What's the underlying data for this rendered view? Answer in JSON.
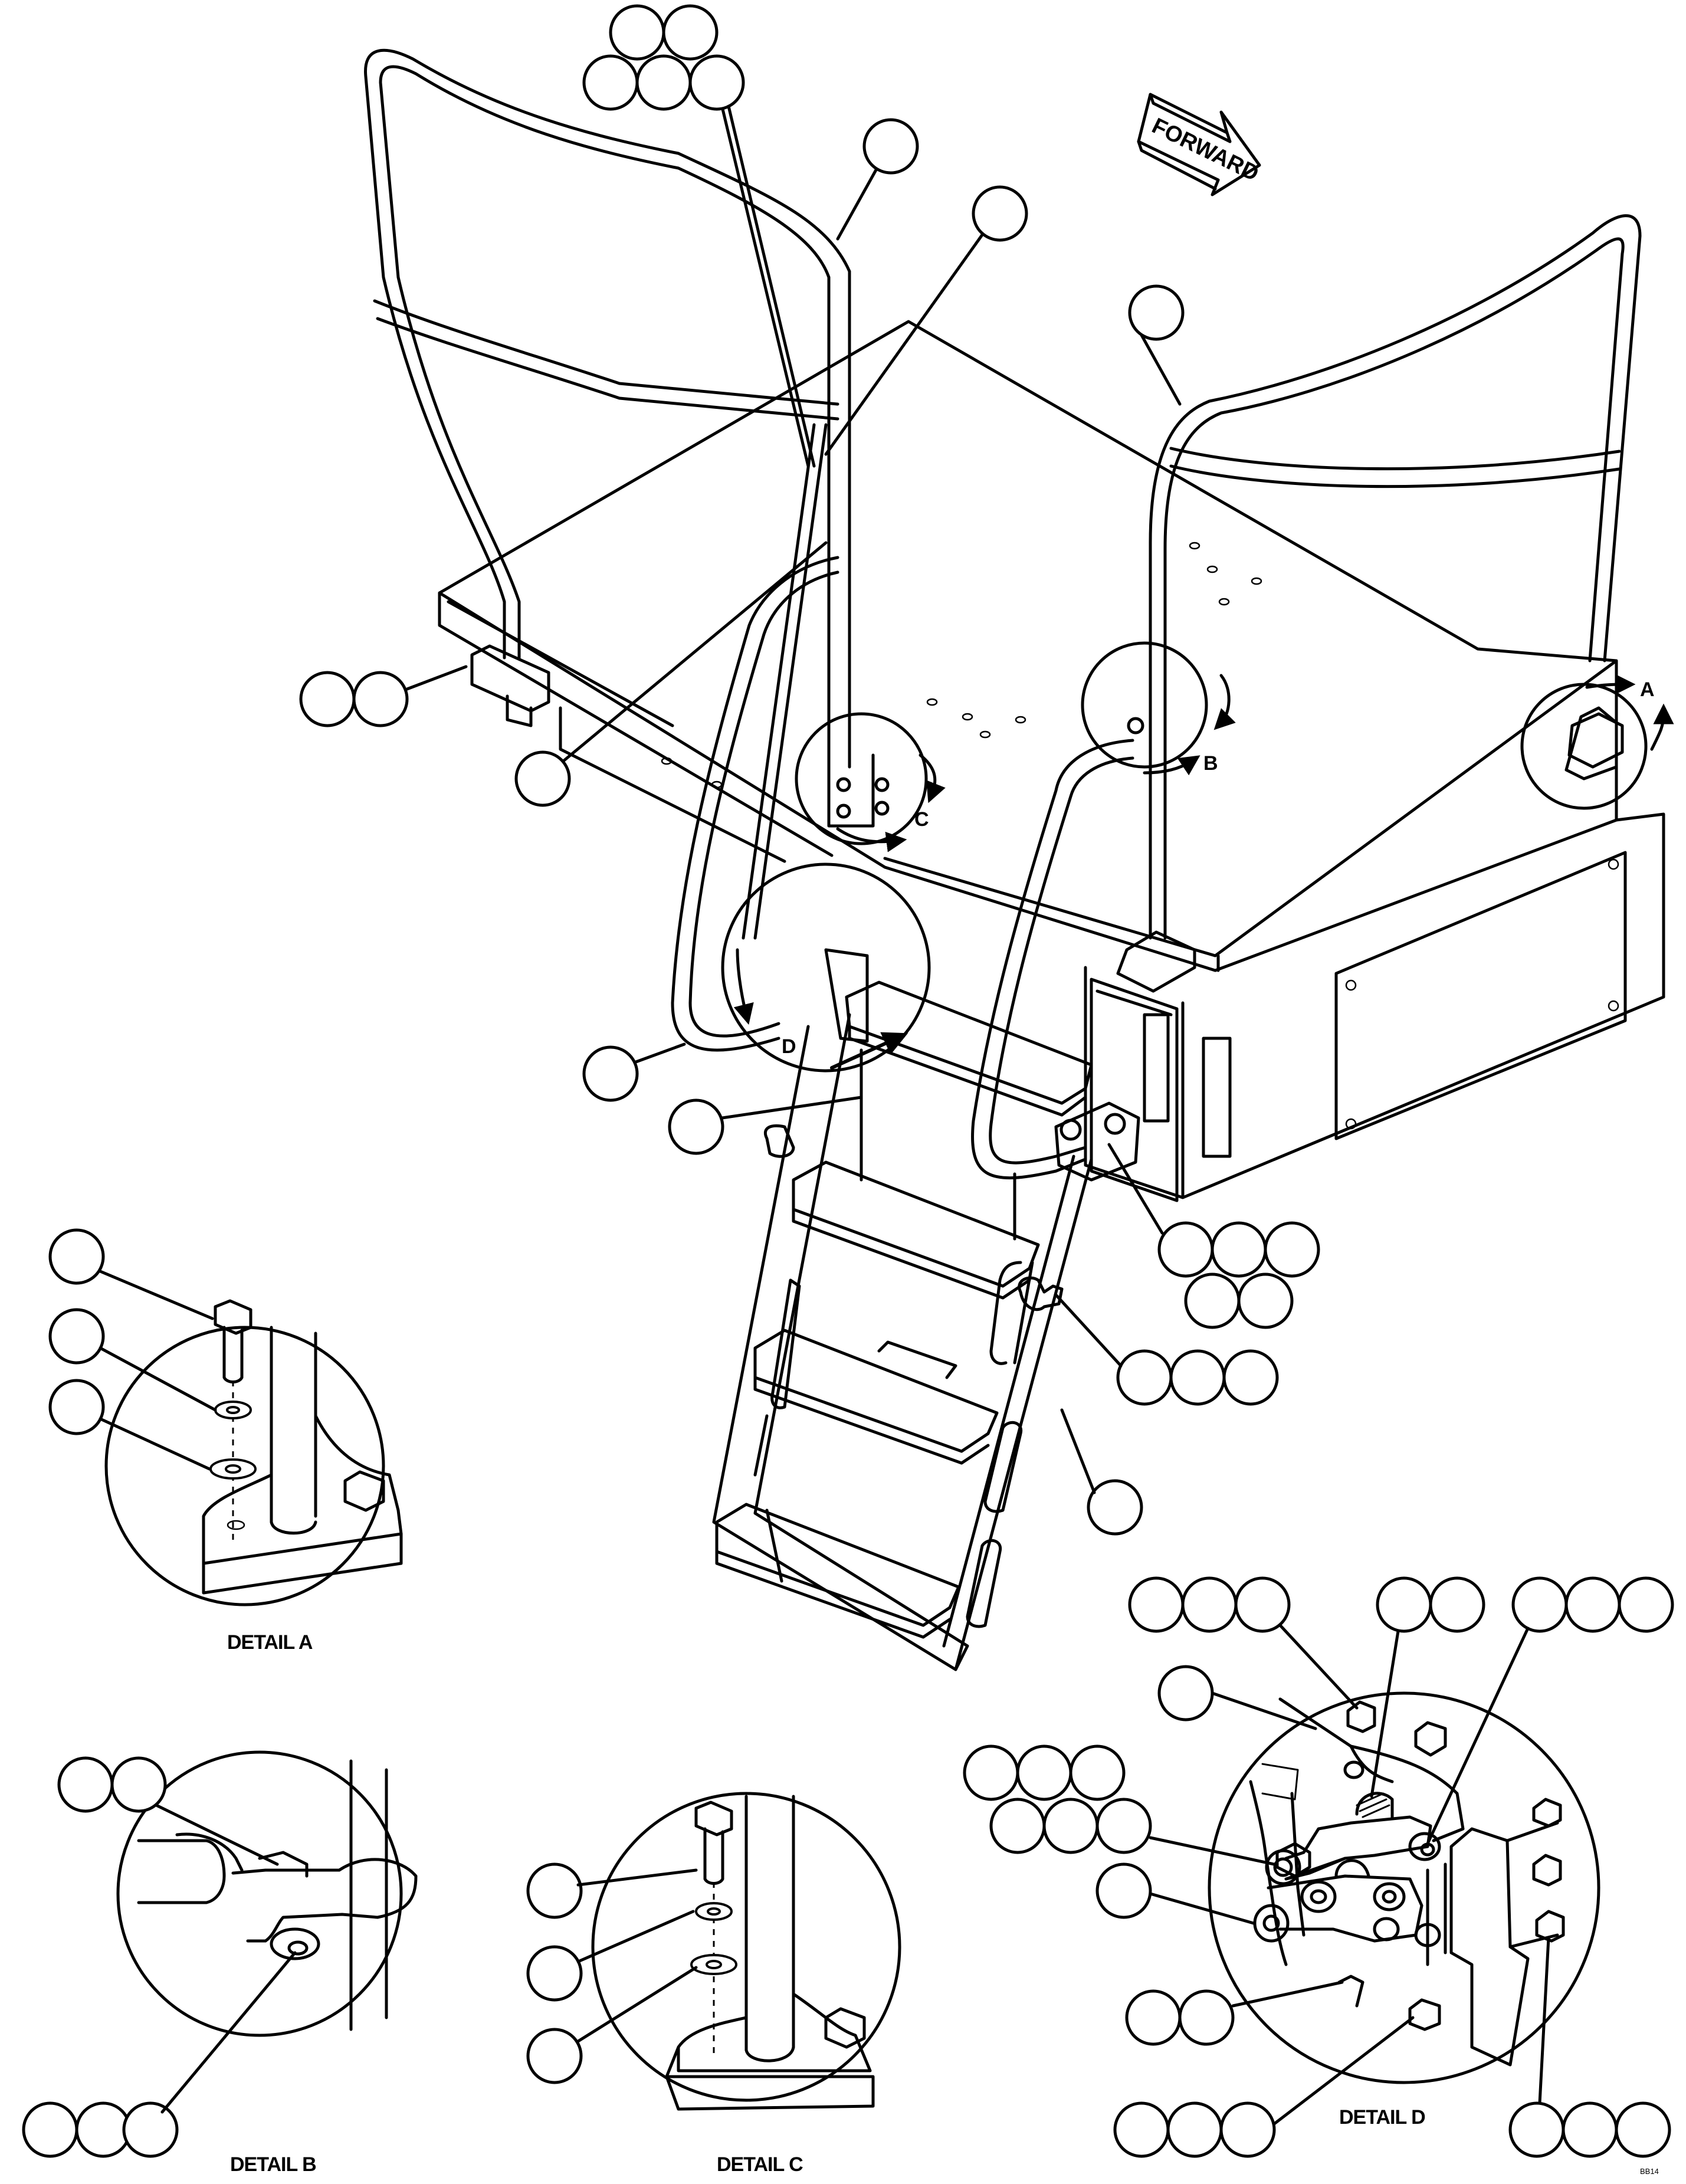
{
  "figure": {
    "forward_label": "FORWARD",
    "view_labels": [
      "A",
      "B",
      "C",
      "D"
    ],
    "detail_titles": {
      "a": "DETAIL A",
      "b": "DETAIL B",
      "c": "DETAIL C",
      "d": "DETAIL D"
    },
    "drawing_code": "BB14"
  }
}
